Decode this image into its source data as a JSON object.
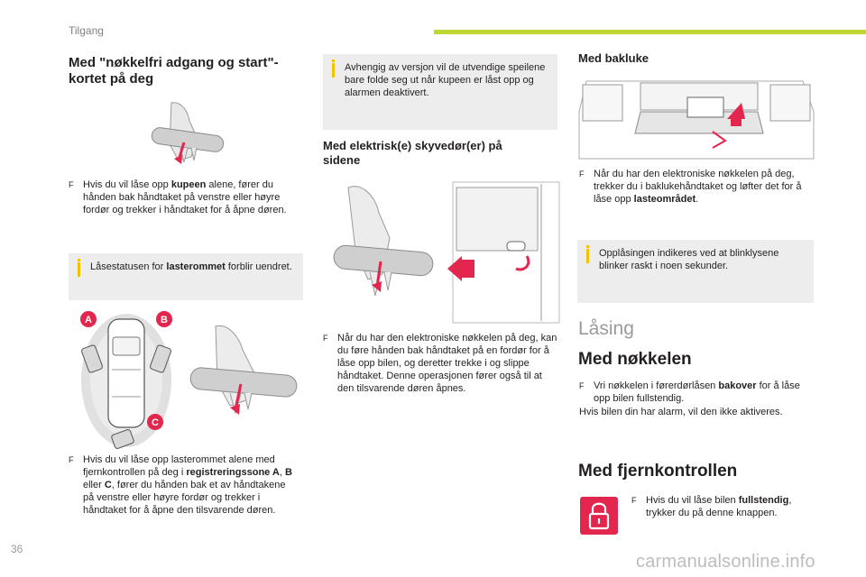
{
  "header": {
    "section": "Tilgang"
  },
  "col1": {
    "title_line1": "Med \"nøkkelfri adgang og start\"-",
    "title_line2": "kortet på deg",
    "bullet1": {
      "pre": "Hvis du vil låse opp ",
      "bold": "kupeen",
      "post": " alene, fører du hånden bak håndtaket på venstre eller høyre fordør og trekker i håndtaket for å åpne døren."
    },
    "note": {
      "pre": "Låsestatusen for ",
      "bold": "lasterommet",
      "post": " forblir uendret."
    },
    "zones": [
      "A",
      "B",
      "C"
    ],
    "bullet2": {
      "line1": "Hvis du vil låse opp lasterommet alene med fjernkontrollen på deg i ",
      "bold1": "registreringssone A",
      "sep1": ", ",
      "bold2": "B",
      "sep2": " eller ",
      "bold3": "C",
      "post": ", fører du hånden bak et av håndtakene på venstre eller høyre fordør og trekker i håndtaket for å åpne den tilsvarende døren."
    }
  },
  "col2": {
    "note": "Avhengig av versjon vil de utvendige speilene bare folde seg ut når kupeen er låst opp og alarmen deaktivert.",
    "title_line1": "Med elektrisk(e) skyvedør(er) på",
    "title_line2": "sidene",
    "bullet": "Når du har den elektroniske nøkkelen på deg, kan du føre hånden bak håndtaket på en fordør for å låse opp bilen, og deretter trekke i og slippe håndtaket. Denne operasjonen fører også til at den tilsvarende døren åpnes."
  },
  "col3": {
    "title": "Med bakluke",
    "bullet": {
      "pre": "Når du har den elektroniske nøkkelen på deg, trekker du i baklukehåndtaket og løfter det for å låse opp ",
      "bold": "lasteområdet",
      "post": "."
    },
    "note": "Opplåsingen indikeres ved at blinklysene blinker raskt i noen sekunder.",
    "big_title": "Låsing",
    "sub_title1": "Med nøkkelen",
    "key_bullet": {
      "pre": "Vri nøkkelen i førerdørlåsen ",
      "bold": "bakover",
      "post": " for å låse opp bilen fullstendig."
    },
    "key_after": "Hvis bilen din har alarm, vil den ikke aktiveres.",
    "sub_title2": "Med fjernkontrollen",
    "remote_bullet": {
      "pre": "Hvis du vil låse bilen ",
      "bold": "fullstendig",
      "post": ", trykker du på denne knappen."
    }
  },
  "footer": {
    "page_number": "36",
    "watermark": "carmanualsonline.info"
  },
  "symbols": {
    "bullet": "F"
  },
  "colors": {
    "accent_green": "#bfd730",
    "info_yellow": "#f2c200",
    "note_bg": "#ededed",
    "arrow_red": "#e2264d"
  }
}
